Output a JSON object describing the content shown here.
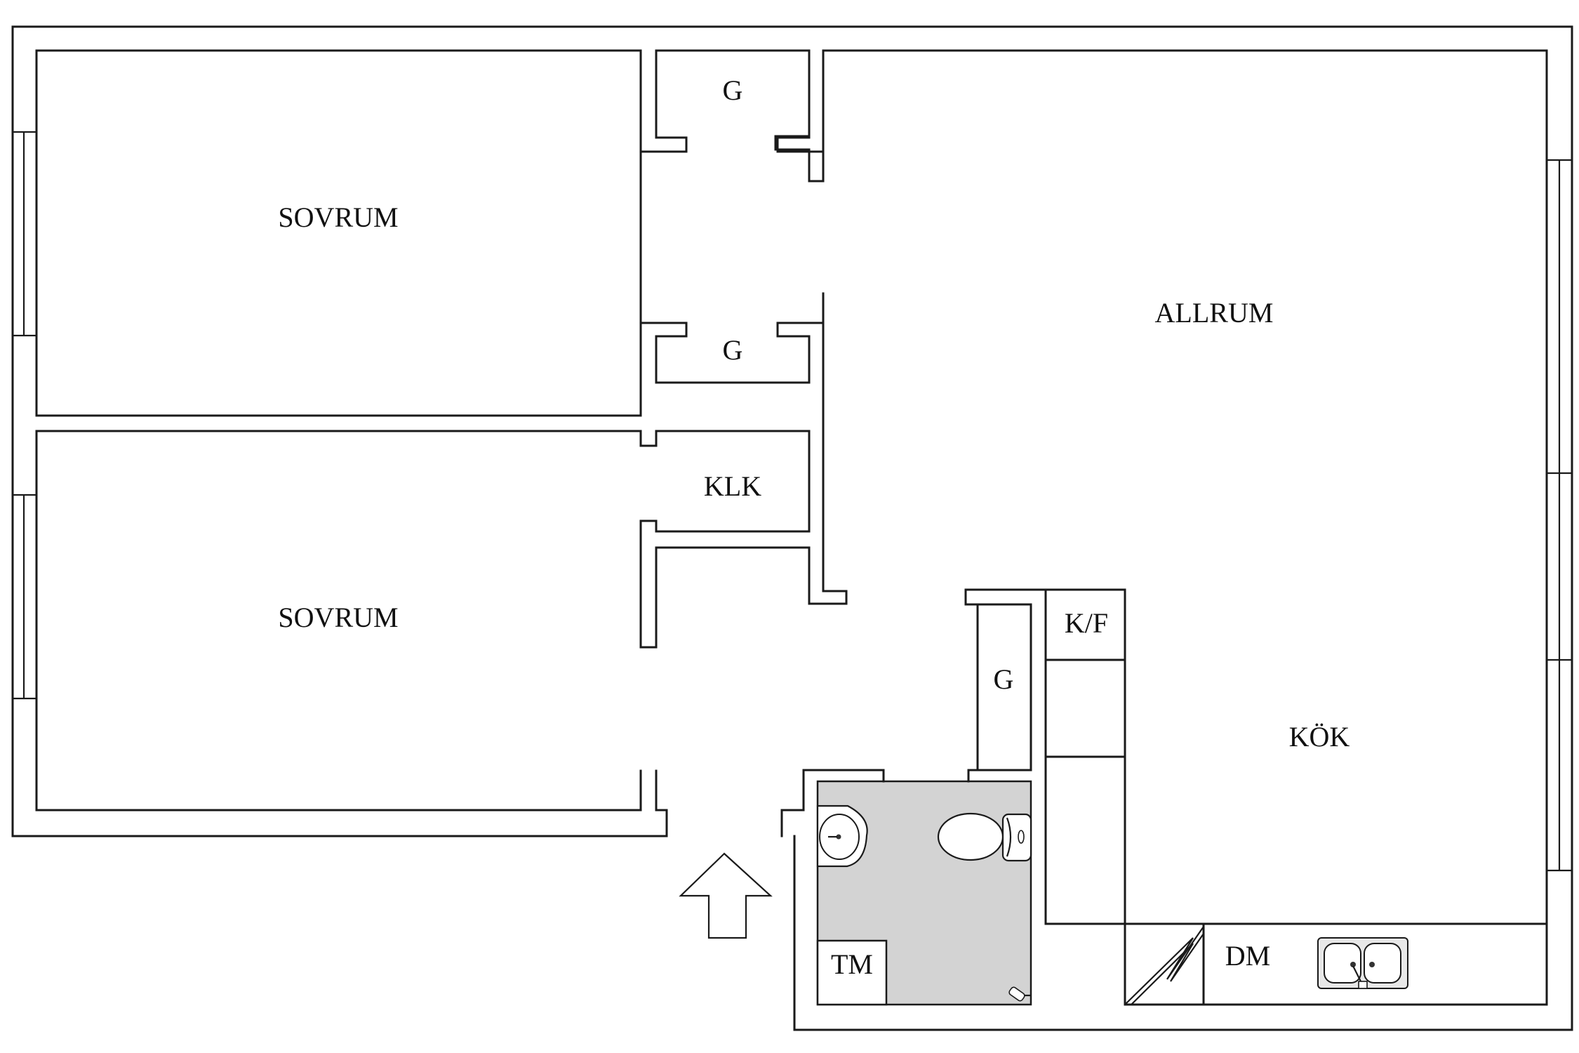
{
  "rooms": {
    "bedroom_upper": "SOVRUM",
    "bedroom_lower": "SOVRUM",
    "living_room": "ALLRUM",
    "kitchen": "KÖK",
    "closet_top": "G",
    "closet_middle": "G",
    "walk_in_closet": "KLK",
    "closet_hall": "G",
    "fridge_freezer": "K/F",
    "dishwasher": "DM",
    "washing_machine": "TM"
  },
  "colors": {
    "walls": "#1a1a1a",
    "bathroom_floor": "#d3d3d3",
    "background": "#ffffff"
  }
}
